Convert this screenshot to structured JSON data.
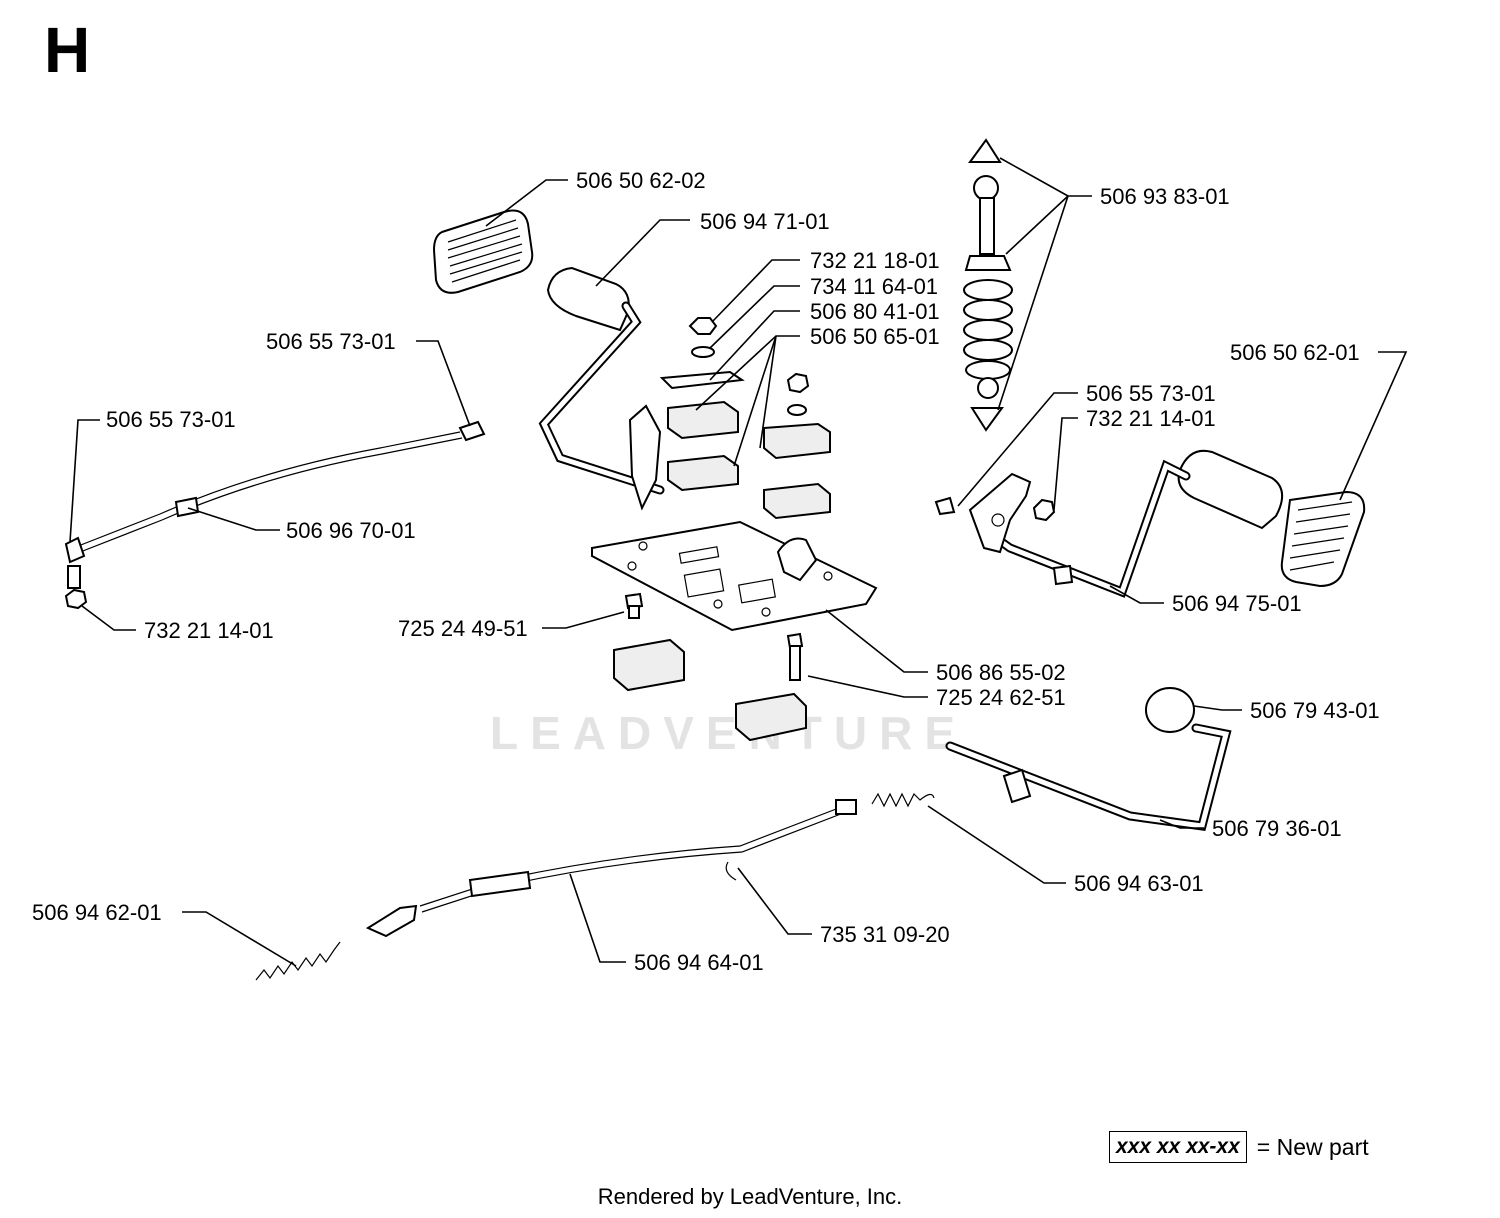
{
  "diagram": {
    "section_letter": "H",
    "watermark": "LEADVENTURE",
    "footer": "Rendered by LeadVenture, Inc.",
    "legend": {
      "example_number": "xxx xx xx-xx",
      "meaning": "= New part"
    },
    "labels": {
      "p_506_50_62_02": "506 50 62-02",
      "p_506_94_71_01": "506 94 71-01",
      "p_732_21_18_01": "732 21 18-01",
      "p_734_11_64_01": "734 11 64-01",
      "p_506_80_41_01": "506 80 41-01",
      "p_506_50_65_01": "506 50 65-01",
      "p_506_93_83_01": "506 93 83-01",
      "p_506_55_73_01_top": "506 55 73-01",
      "p_506_55_73_01_left": "506 55 73-01",
      "p_506_96_70_01": "506 96 70-01",
      "p_732_21_14_01_left": "732 21 14-01",
      "p_506_50_62_01": "506 50 62-01",
      "p_506_55_73_01_right": "506 55 73-01",
      "p_732_21_14_01_right": "732 21 14-01",
      "p_506_94_75_01": "506 94 75-01",
      "p_725_24_49_51": "725 24 49-51",
      "p_506_86_55_02": "506 86 55-02",
      "p_725_24_62_51": "725 24 62-51",
      "p_506_79_43_01": "506 79 43-01",
      "p_506_79_36_01": "506 79 36-01",
      "p_506_94_63_01": "506 94 63-01",
      "p_506_94_62_01": "506 94 62-01",
      "p_735_31_09_20": "735 31 09-20",
      "p_506_94_64_01": "506 94 64-01"
    }
  }
}
